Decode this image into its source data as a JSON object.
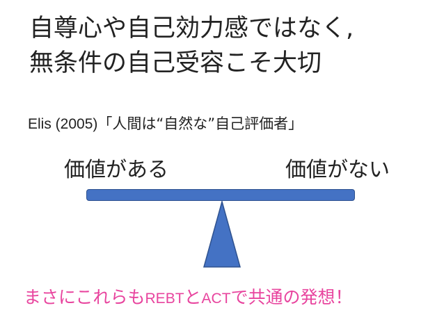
{
  "title": {
    "line1": "自尊心や自己効力感ではなく,",
    "line2": "無条件の自己受容こそ大切"
  },
  "citation": {
    "author": "Elis (2005)",
    "quote": "「人間は“自然な”自己評価者」"
  },
  "scale": {
    "left_label": "価値がある",
    "right_label": "価値がない"
  },
  "conclusion": {
    "part1": "まさにこれらも",
    "rebt": "REBT",
    "and": "と",
    "act": "ACT",
    "part2": "で共通の発想！"
  },
  "colors": {
    "beam_fill": "#4472c4",
    "beam_border": "#2f528f",
    "conclusion_text": "#e8449e"
  }
}
